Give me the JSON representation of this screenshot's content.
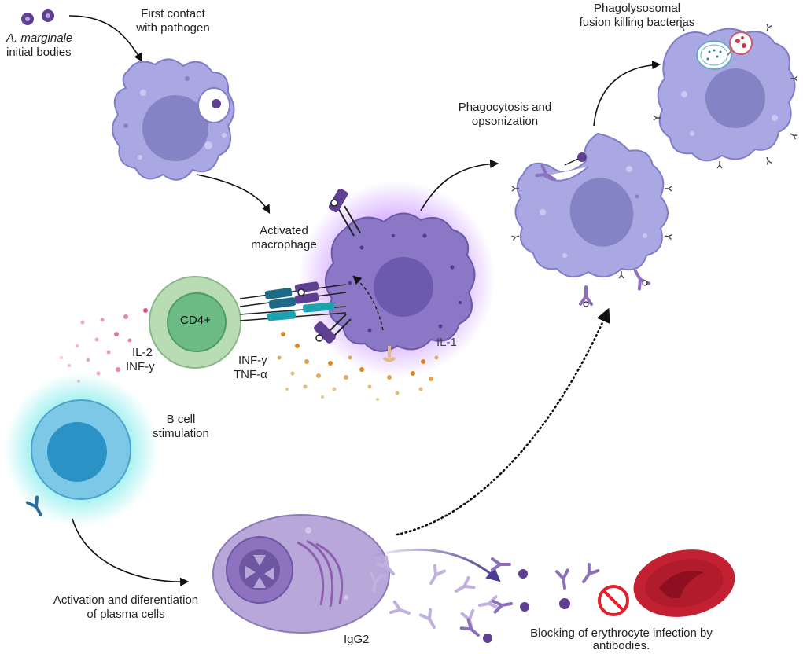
{
  "labels": {
    "initial_bodies_name": "A. marginale",
    "initial_bodies_rest": "initial bodies",
    "first_contact_1": "First contact",
    "first_contact_2": "with pathogen",
    "activated_1": "Activated",
    "activated_2": "macrophage",
    "cd4": "CD4+",
    "il2": "IL-2",
    "infy_left": "INF-y",
    "infy_center": "INF-y",
    "tnfa": "TNF-α",
    "il1": "IL-1",
    "phago_1": "Phagocytosis and",
    "phago_2": "opsonization",
    "phagolyso_1": "Phagolysosomal",
    "phagolyso_2": "fusion killing bacterias",
    "bcell_1": "B cell",
    "bcell_2": "stimulation",
    "plasma_1": "Activation and diferentiation",
    "plasma_2": "of plasma cells",
    "igg2": "IgG2",
    "blocking_1": "Blocking of erythrocyte infection by",
    "blocking_2": "antibodies."
  },
  "colors": {
    "macrophage": "#a9a8e2",
    "macrophage_edge": "#7f7ec7",
    "nucleus": "#8483c5",
    "activated_macrophage": "#8a78c6",
    "activation_glow": "#c084fc",
    "cd4_cell": "#b9dcb4",
    "cd4_nucleus": "#6dbb84",
    "b_cell": "#7cc8e6",
    "b_cell_nucleus": "#2a92c4",
    "plasma_cell": "#b7a8d9",
    "antibody": "#8e6fba",
    "erythrocyte": "#c32032",
    "blocking_sign": "#e0212b",
    "il_dots_pink": "#d9577a",
    "il_dots_orange": "#d9891e"
  }
}
